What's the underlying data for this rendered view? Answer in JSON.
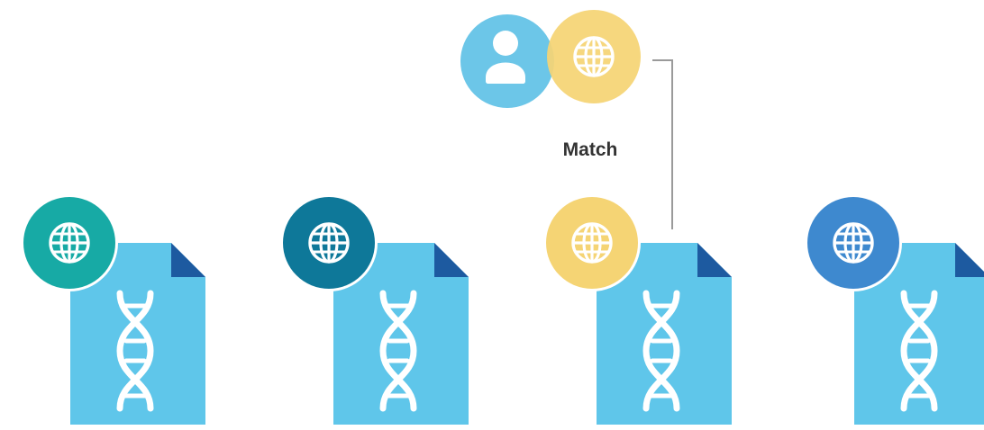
{
  "match_label": "Match",
  "colors": {
    "document": "#5fc6ea",
    "document_fold": "#1d5aa0",
    "helix": "#ffffff",
    "user_circle": "#6cc6e8",
    "connector_line": "#9a9a9a",
    "globe_gold": "#f5d474",
    "globe_teal": "#17aaa5",
    "globe_darkteal": "#0e7899",
    "globe_blue": "#3e89cf"
  },
  "icons": {
    "user": "user-icon",
    "globe": "globe-icon",
    "document": "document-icon",
    "dna": "dna-icon"
  },
  "documents": [
    {
      "name": "document-1",
      "globe_color": "#17aaa5"
    },
    {
      "name": "document-2",
      "globe_color": "#0e7899"
    },
    {
      "name": "document-3-match",
      "globe_color": "#f5d474"
    },
    {
      "name": "document-4",
      "globe_color": "#3e89cf"
    }
  ]
}
